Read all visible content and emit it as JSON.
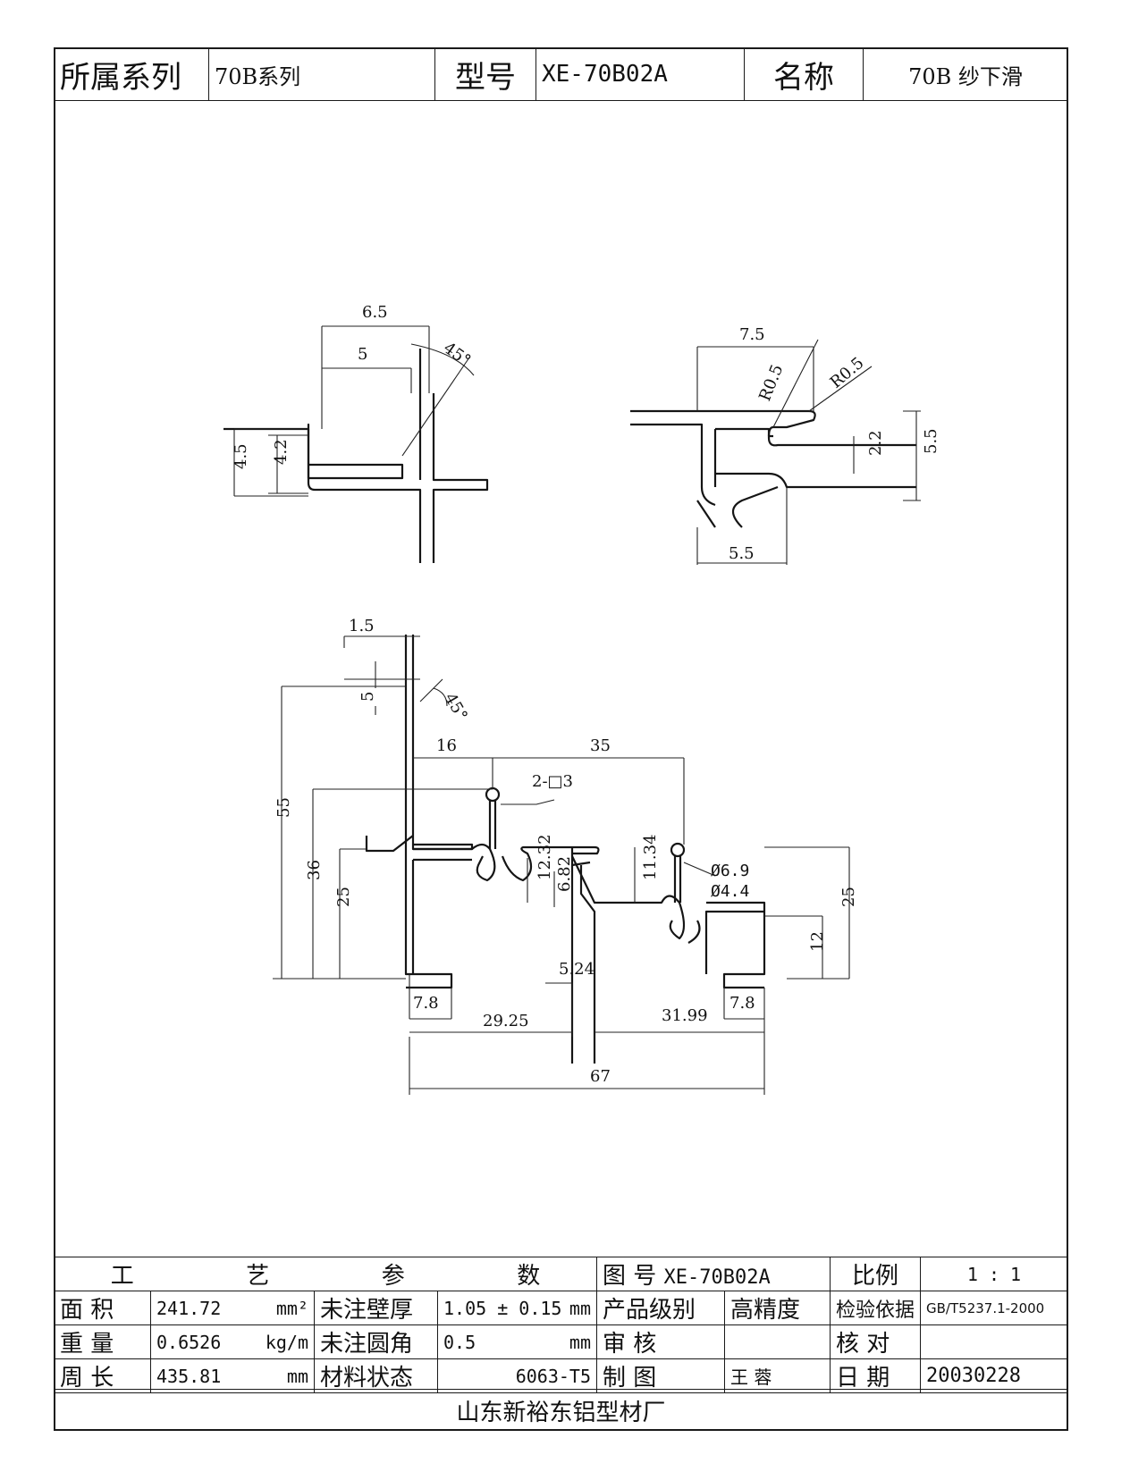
{
  "header": {
    "series_label": "所属系列",
    "series_value": "70B系列",
    "model_label": "型号",
    "model_value": "XE-70B02A",
    "name_label": "名称",
    "name_value": "70B 纱下滑"
  },
  "drawing": {
    "detail_left": {
      "d1": "6.5",
      "d2": "5",
      "angle": "45°",
      "h1": "4.5",
      "h2": "4.2"
    },
    "detail_right": {
      "w1": "7.5",
      "r1": "R0.5",
      "r2": "R0.5",
      "h1": "2.2",
      "h2": "5.5",
      "w2": "5.5"
    },
    "main": {
      "d_1_5": "1.5",
      "d_5": "5",
      "angle": "45°",
      "d_55": "55",
      "d_16": "16",
      "d_35": "35",
      "holes": "2-□3",
      "d_36": "36",
      "d_25_left": "25",
      "d_12_32": "12.32",
      "d_6_82": "6.82",
      "d_11_34": "11.34",
      "phi1": "Ø6.9",
      "phi2": "Ø4.4",
      "d_25_right": "25",
      "d_12": "12",
      "d_5_24": "5.24",
      "d_7_8_left": "7.8",
      "d_7_8_right": "7.8",
      "d_29_25": "29.25",
      "d_31_99": "31.99",
      "d_67": "67"
    }
  },
  "footer": {
    "process_title": [
      "工",
      "艺",
      "参",
      "数"
    ],
    "drawing_no_label": "图 号",
    "drawing_no_value": "XE-70B02A",
    "scale_label": "比例",
    "scale_value": "1 : 1",
    "area_label": "面 积",
    "area_value": "241.72",
    "area_unit": "mm²",
    "wall_label": "未注壁厚",
    "wall_value": "1.05 ± 0.15",
    "wall_unit": "mm",
    "grade_label": "产品级别",
    "grade_value": "高精度",
    "standard_label": "检验依据",
    "standard_value": "GB/T5237.1-2000",
    "weight_label": "重 量",
    "weight_value": "0.6526",
    "weight_unit": "kg/m",
    "radius_label": "未注圆角",
    "radius_value": "0.5",
    "radius_unit": "mm",
    "review_label": "审 核",
    "review_value": "",
    "check_label": "核 对",
    "check_value": "",
    "perimeter_label": "周 长",
    "perimeter_value": "435.81",
    "perimeter_unit": "mm",
    "material_label": "材料状态",
    "material_value": "6063-T5",
    "drawn_label": "制 图",
    "drawn_value": "王 蓉",
    "date_label": "日 期",
    "date_value": "20030228"
  },
  "company": "山东新裕东铝型材厂"
}
